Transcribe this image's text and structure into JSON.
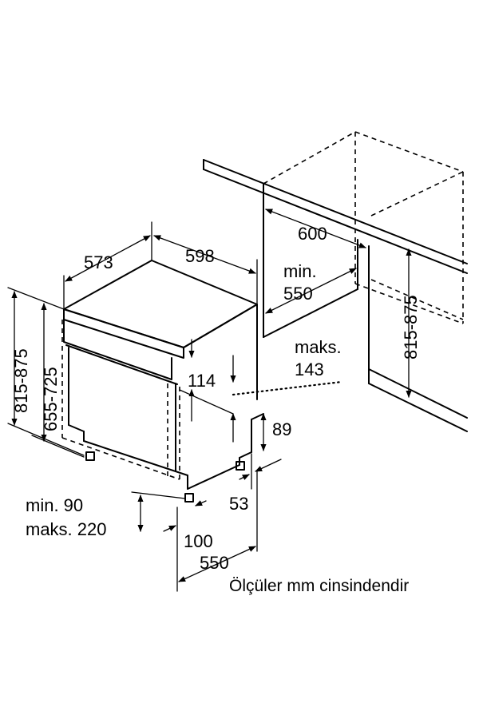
{
  "dimensions": {
    "w573": "573",
    "w598": "598",
    "w600": "600",
    "min550_a": "min.",
    "min550_b": "550",
    "maks143_a": "maks.",
    "maks143_b": "143",
    "h114": "114",
    "h89": "89",
    "w53": "53",
    "h_815_875_left": "815-875",
    "h_655_725": "655-725",
    "h_815_875_right": "815-875",
    "min90": "min. 90",
    "maks220": "maks. 220",
    "w100": "100",
    "w550": "550"
  },
  "note": "Ölçüler mm cinsindendir"
}
